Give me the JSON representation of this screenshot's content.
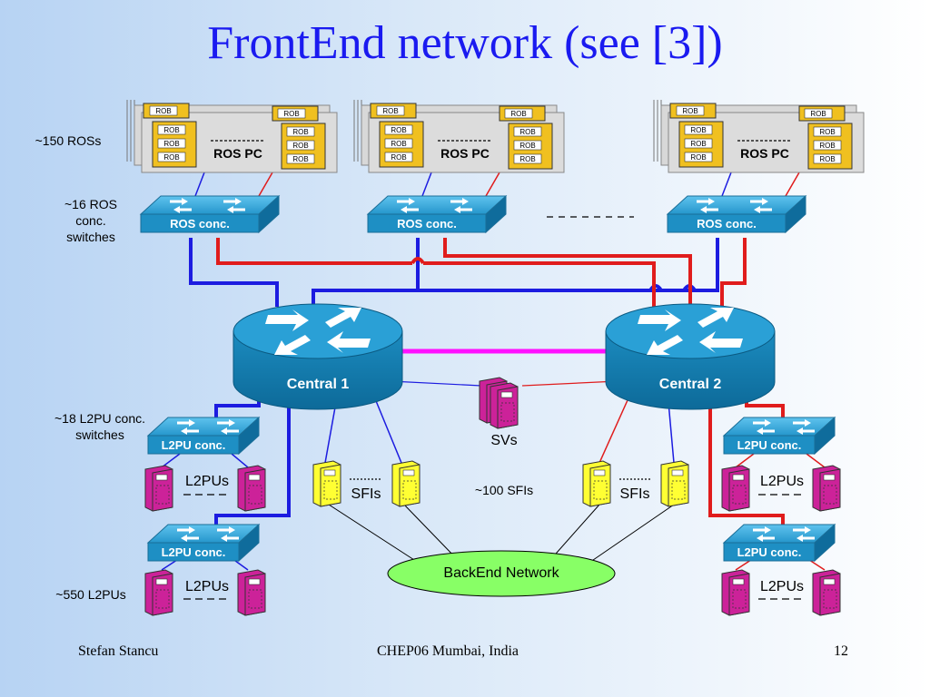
{
  "title": "FrontEnd network (see [3])",
  "ros": {
    "pc_label": "ROS PC",
    "rob_label": "ROB",
    "count_label": "~150 ROSs",
    "switch_count_label": "~16 ROS conc. switches",
    "switch_label": "ROS conc."
  },
  "central": {
    "left_label": "Central 1",
    "right_label": "Central 2"
  },
  "l2pu": {
    "switch_count_label": "~18 L2PU conc. switches",
    "switch_label": "L2PU conc.",
    "group_label": "L2PUs",
    "count_label": "~550 L2PUs"
  },
  "svs_label": "SVs",
  "sfi": {
    "group_label": "SFIs",
    "count_label": "~100 SFIs"
  },
  "backend_label": "BackEnd Network",
  "footer": {
    "author": "Stefan Stancu",
    "venue": "CHEP06 Mumbai, India",
    "page": "12"
  },
  "colors": {
    "title": "#1a1af0",
    "blue_link": "#1c1ce0",
    "red_link": "#e01c1c",
    "magenta_link": "#ff10ff",
    "device_blue": "#1e8fc4",
    "server_magenta": "#cc2299",
    "sfi_yellow": "#ffff33",
    "backend_green": "#88ff66",
    "rob_gold": "#f0c020"
  }
}
